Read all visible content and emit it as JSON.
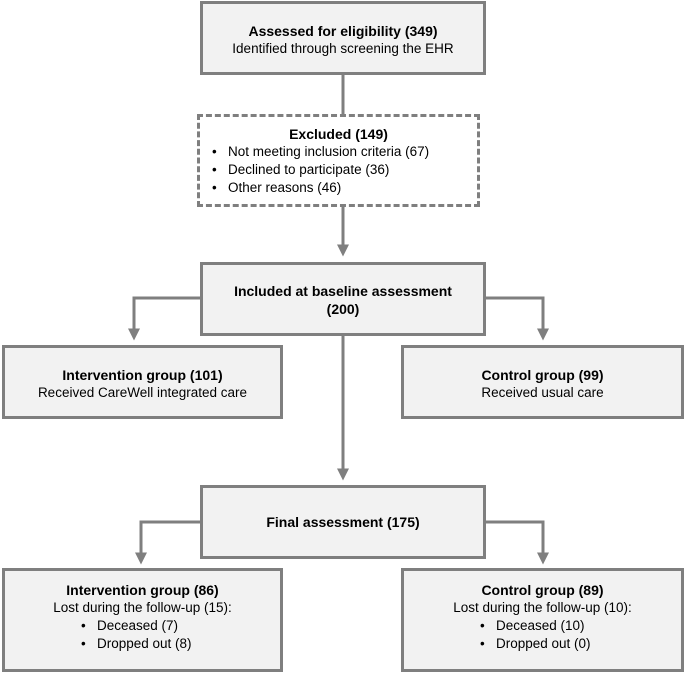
{
  "assessed": {
    "title": "Assessed for eligibility (349)",
    "subtitle": "Identified through screening the EHR"
  },
  "excluded": {
    "title": "Excluded (149)",
    "reasons": [
      "Not meeting inclusion criteria (67)",
      "Declined to participate (36)",
      "Other reasons (46)"
    ]
  },
  "baseline": {
    "line1": "Included at baseline assessment",
    "line2": "(200)"
  },
  "intervention_baseline": {
    "title": "Intervention group (101)",
    "subtitle": "Received CareWell integrated care"
  },
  "control_baseline": {
    "title": "Control group (99)",
    "subtitle": "Received usual care"
  },
  "final": {
    "title": "Final assessment (175)"
  },
  "intervention_final": {
    "title": "Intervention group (86)",
    "lost": "Lost during the follow-up (15):",
    "reasons": [
      "Deceased (7)",
      "Dropped out (8)"
    ]
  },
  "control_final": {
    "title": "Control group (89)",
    "lost": "Lost during the follow-up (10):",
    "reasons": [
      "Deceased (10)",
      "Dropped out (0)"
    ]
  },
  "colors": {
    "border": "#7f7f7f",
    "fill": "#f2f2f2",
    "connector": "#7f7f7f"
  }
}
